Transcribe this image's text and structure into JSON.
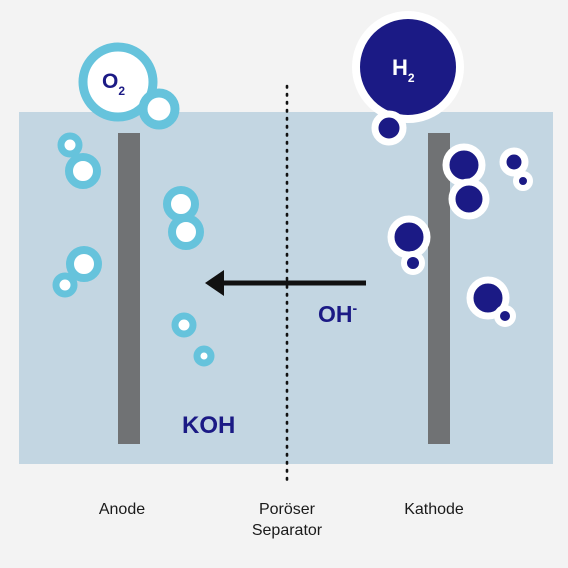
{
  "labels": {
    "anode": "Anode",
    "separator_line1": "Poröser",
    "separator_line2": "Separator",
    "cathode": "Kathode",
    "electrolyte": "KOH",
    "ion_base": "OH",
    "ion_charge": "-",
    "oxygen_base": "O",
    "oxygen_sub": "2",
    "hydrogen_base": "H",
    "hydrogen_sub": "2"
  },
  "colors": {
    "background": "#f3f3f3",
    "electrolyte": "#c3d6e2",
    "electrode": "#707274",
    "oxygen_bubble": "#66c3dc",
    "hydrogen_bubble": "#1b1a85",
    "text_dark": "#1b1a85",
    "arrow": "#111111"
  }
}
